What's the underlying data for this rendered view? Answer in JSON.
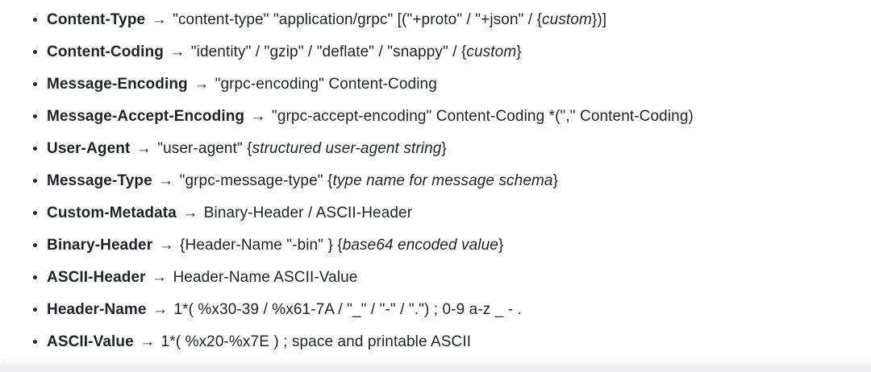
{
  "page": {
    "background_color": "#ffffff",
    "text_color": "#1f2328",
    "bottom_strip_color": "#ededef"
  },
  "list": {
    "arrow": "→",
    "items": [
      {
        "term": "Content-Type",
        "segments": [
          {
            "text": "\"content-type\" \"application/grpc\" [(\"+proto\" / \"+json\" / {",
            "italic": false
          },
          {
            "text": "custom",
            "italic": true
          },
          {
            "text": "})]",
            "italic": false
          }
        ]
      },
      {
        "term": "Content-Coding",
        "segments": [
          {
            "text": "\"identity\" / \"gzip\" / \"deflate\" / \"snappy\" / {",
            "italic": false
          },
          {
            "text": "custom",
            "italic": true
          },
          {
            "text": "}",
            "italic": false
          }
        ]
      },
      {
        "term": "Message-Encoding",
        "segments": [
          {
            "text": "\"grpc-encoding\" Content-Coding",
            "italic": false
          }
        ]
      },
      {
        "term": "Message-Accept-Encoding",
        "segments": [
          {
            "text": "\"grpc-accept-encoding\" Content-Coding *(\",\" Content-Coding)",
            "italic": false
          }
        ]
      },
      {
        "term": "User-Agent",
        "segments": [
          {
            "text": "\"user-agent\" {",
            "italic": false
          },
          {
            "text": "structured user-agent string",
            "italic": true
          },
          {
            "text": "}",
            "italic": false
          }
        ]
      },
      {
        "term": "Message-Type",
        "segments": [
          {
            "text": "\"grpc-message-type\" {",
            "italic": false
          },
          {
            "text": "type name for message schema",
            "italic": true
          },
          {
            "text": "}",
            "italic": false
          }
        ]
      },
      {
        "term": "Custom-Metadata",
        "segments": [
          {
            "text": "Binary-Header / ASCII-Header",
            "italic": false
          }
        ]
      },
      {
        "term": "Binary-Header",
        "segments": [
          {
            "text": "{Header-Name \"-bin\" } {",
            "italic": false
          },
          {
            "text": "base64 encoded value",
            "italic": true
          },
          {
            "text": "}",
            "italic": false
          }
        ]
      },
      {
        "term": "ASCII-Header",
        "segments": [
          {
            "text": "Header-Name ASCII-Value",
            "italic": false
          }
        ]
      },
      {
        "term": "Header-Name",
        "segments": [
          {
            "text": "1*( %x30-39 / %x61-7A / \"_\" / \"-\" / \".\") ; 0-9 a-z _ - .",
            "italic": false
          }
        ]
      },
      {
        "term": "ASCII-Value",
        "segments": [
          {
            "text": "1*( %x20-%x7E ) ; space and printable ASCII",
            "italic": false
          }
        ]
      }
    ]
  }
}
